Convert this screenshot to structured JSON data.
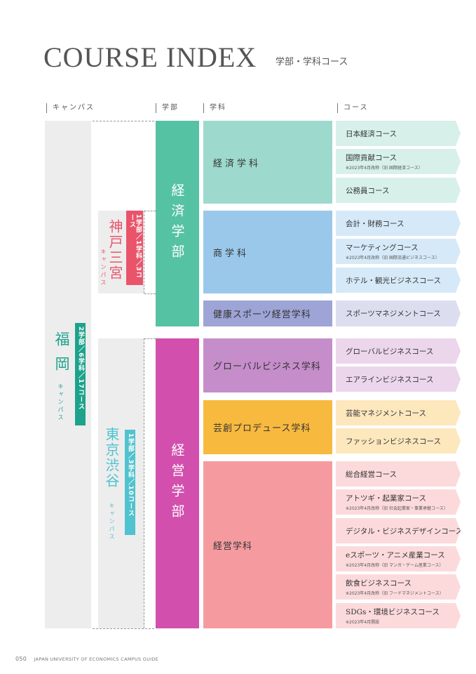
{
  "header": {
    "title": "COURSE INDEX",
    "subtitle": "学部・学科コース"
  },
  "columns": {
    "campus": "キャンパス",
    "faculty": "学部",
    "department": "学科",
    "course": "コース"
  },
  "campuses": {
    "fukuoka": {
      "name": "福岡",
      "kana": "キャンパス",
      "badge": "2学部／6学科／17コース"
    },
    "kobe": {
      "name": "神戸三宮",
      "kana": "キャンパス",
      "badge": "1学部／1学科／3コース"
    },
    "tokyo": {
      "name": "東京渋谷",
      "kana": "キャンパス",
      "badge": "1学部／3学科／10コース"
    }
  },
  "faculties": {
    "economics": "経済学部",
    "management": "経営学部"
  },
  "departments": {
    "economics": "経済学科",
    "commerce": "商学科",
    "sports": "健康スポーツ経営学科",
    "global": "グローバルビジネス学科",
    "produce": "芸創プロデュース学科",
    "management": "経営学科"
  },
  "courses": [
    {
      "name": "日本経済コース",
      "note": ""
    },
    {
      "name": "国際貢献コース",
      "note": "※2023年4月改称（旧 国際経済コース）"
    },
    {
      "name": "公務員コース",
      "note": ""
    },
    {
      "name": "会計・財務コース",
      "note": ""
    },
    {
      "name": "マーケティングコース",
      "note": "※2023年4月改称（旧 国際流通ビジネスコース）"
    },
    {
      "name": "ホテル・観光ビジネスコース",
      "note": ""
    },
    {
      "name": "スポーツマネジメントコース",
      "note": ""
    },
    {
      "name": "グローバルビジネスコース",
      "note": ""
    },
    {
      "name": "エアラインビジネスコース",
      "note": ""
    },
    {
      "name": "芸能マネジメントコース",
      "note": ""
    },
    {
      "name": "ファッションビジネスコース",
      "note": ""
    },
    {
      "name": "総合経営コース",
      "note": ""
    },
    {
      "name": "アトツギ・起業家コース",
      "note": "※2023年4月改称（旧 社会起業家・事業承継コース）"
    },
    {
      "name": "デジタル・ビジネスデザインコース",
      "note": ""
    },
    {
      "name": "eスポーツ・アニメ産業コース",
      "note": "※2023年4月改称（旧 マンガ・ゲーム産業コース）"
    },
    {
      "name": "飲食ビジネスコース",
      "note": "※2023年4月改称（旧 フードマネジメントコース）"
    },
    {
      "name": "SDGs・環境ビジネスコース",
      "note": "※2023年4月開設"
    }
  ],
  "footer": {
    "page": "050",
    "text": "JAPAN UNIVERSITY OF ECONOMICS CAMPUS GUIDE"
  },
  "colors": {
    "economics_faculty": "#55c2a3",
    "management_faculty": "#d24fad",
    "economics_dept": "#9dd9cc",
    "commerce_dept": "#9ac8ea",
    "sports_dept": "#9ea4d6",
    "global_dept": "#c68dcb",
    "produce_dept": "#f8b93f",
    "management_dept": "#f59ba0",
    "kobe_accent": "#e9546b",
    "tokyo_accent": "#4fc3cf",
    "fukuoka_accent": "#1da38b"
  }
}
